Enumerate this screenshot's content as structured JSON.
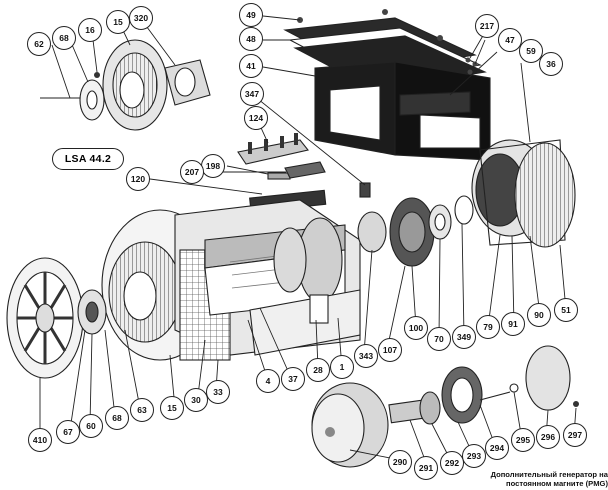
{
  "model_label": "LSA 44.2",
  "pmg_caption": {
    "line1": "Дополнительный генератор на",
    "line2": "постоянном магните (PMG)"
  },
  "callouts": [
    {
      "id": "c49",
      "label": "49"
    },
    {
      "id": "c48",
      "label": "48"
    },
    {
      "id": "c41",
      "label": "41"
    },
    {
      "id": "c217",
      "label": "217"
    },
    {
      "id": "c47",
      "label": "47"
    },
    {
      "id": "c59",
      "label": "59"
    },
    {
      "id": "c36",
      "label": "36"
    },
    {
      "id": "c62",
      "label": "62"
    },
    {
      "id": "c68a",
      "label": "68"
    },
    {
      "id": "c16",
      "label": "16"
    },
    {
      "id": "c15a",
      "label": "15"
    },
    {
      "id": "c320",
      "label": "320"
    },
    {
      "id": "c347",
      "label": "347"
    },
    {
      "id": "c124",
      "label": "124"
    },
    {
      "id": "c198",
      "label": "198"
    },
    {
      "id": "c207",
      "label": "207"
    },
    {
      "id": "c120",
      "label": "120"
    },
    {
      "id": "c410",
      "label": "410"
    },
    {
      "id": "c67",
      "label": "67"
    },
    {
      "id": "c60",
      "label": "60"
    },
    {
      "id": "c68b",
      "label": "68"
    },
    {
      "id": "c63",
      "label": "63"
    },
    {
      "id": "c15b",
      "label": "15"
    },
    {
      "id": "c30",
      "label": "30"
    },
    {
      "id": "c33",
      "label": "33"
    },
    {
      "id": "c4",
      "label": "4"
    },
    {
      "id": "c37",
      "label": "37"
    },
    {
      "id": "c28",
      "label": "28"
    },
    {
      "id": "c1",
      "label": "1"
    },
    {
      "id": "c343",
      "label": "343"
    },
    {
      "id": "c107",
      "label": "107"
    },
    {
      "id": "c100",
      "label": "100"
    },
    {
      "id": "c70",
      "label": "70"
    },
    {
      "id": "c349",
      "label": "349"
    },
    {
      "id": "c79",
      "label": "79"
    },
    {
      "id": "c91",
      "label": "91"
    },
    {
      "id": "c90",
      "label": "90"
    },
    {
      "id": "c51",
      "label": "51"
    },
    {
      "id": "c290",
      "label": "290"
    },
    {
      "id": "c291",
      "label": "291"
    },
    {
      "id": "c292",
      "label": "292"
    },
    {
      "id": "c293",
      "label": "293"
    },
    {
      "id": "c294",
      "label": "294"
    },
    {
      "id": "c295",
      "label": "295"
    },
    {
      "id": "c296",
      "label": "296"
    },
    {
      "id": "c297",
      "label": "297"
    }
  ]
}
